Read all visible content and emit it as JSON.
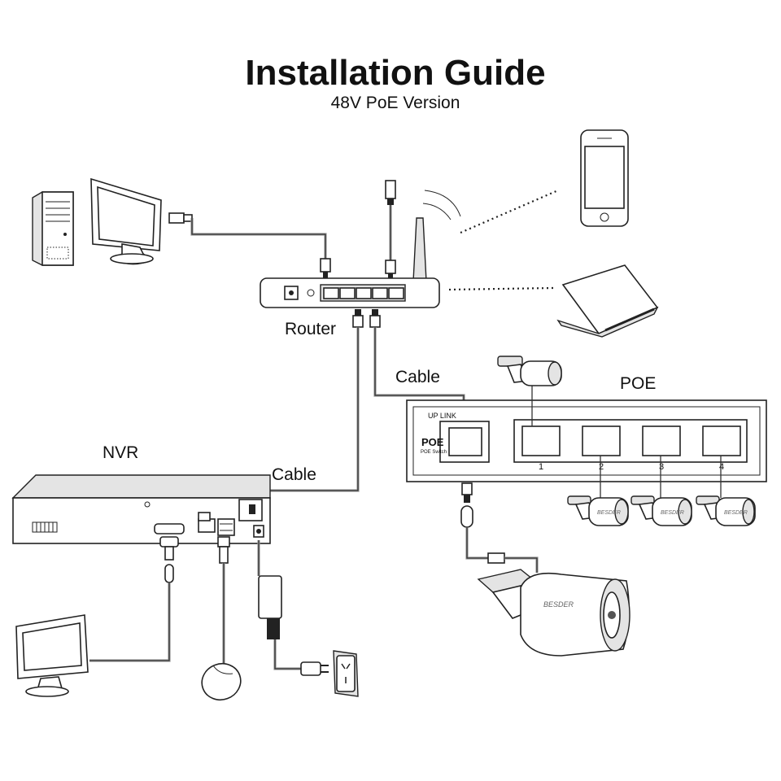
{
  "title": "Installation Guide",
  "subtitle": "48V PoE Version",
  "labels": {
    "router": "Router",
    "nvr": "NVR",
    "poe": "POE",
    "cable_router_poe": "Cable",
    "cable_router_nvr": "Cable"
  },
  "poe_switch": {
    "uplink_label": "UP LINK",
    "badge": "POE",
    "badge_sub": "POE Switch",
    "ports": [
      "1",
      "2",
      "3",
      "4"
    ]
  },
  "camera_brand": "BESDER"
}
